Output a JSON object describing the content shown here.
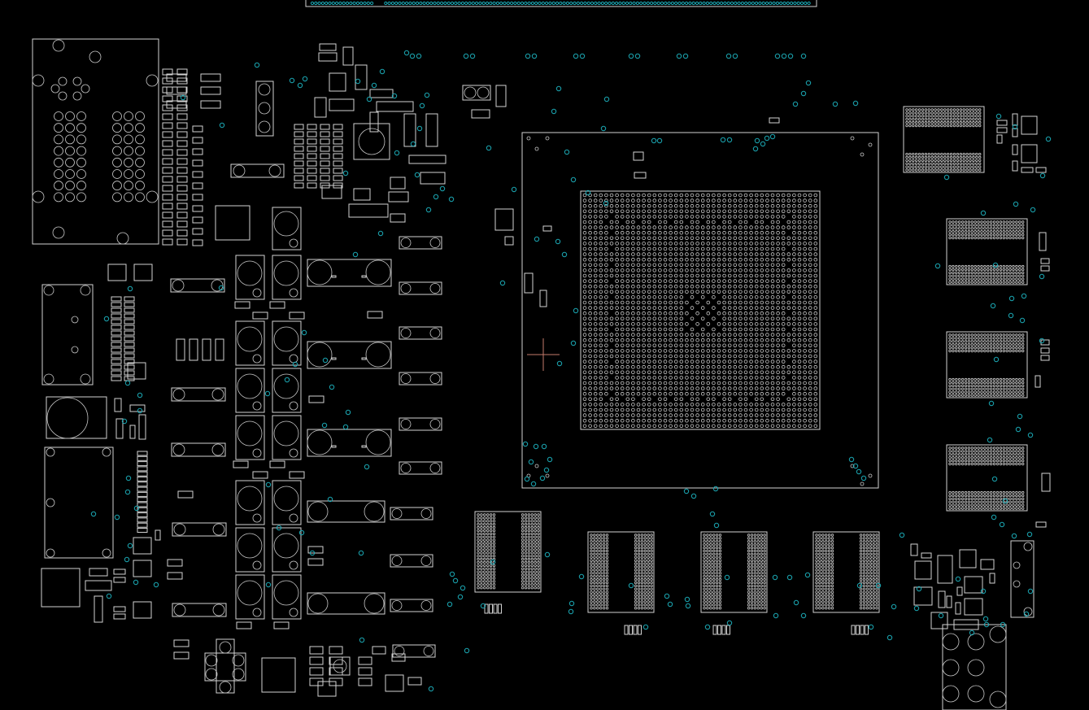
{
  "view": {
    "background_color": "#000000",
    "outline_color": "#d2d2d2",
    "via_color": "#1ba8b4",
    "cursor_color": "#c47b6b"
  },
  "components": [
    {
      "name": "ic-main-bga",
      "kind": "bga"
    },
    {
      "name": "ic-memory-left",
      "kind": "bga"
    },
    {
      "name": "ic-memory-1",
      "kind": "bga"
    },
    {
      "name": "ic-memory-2",
      "kind": "bga"
    },
    {
      "name": "ic-memory-3",
      "kind": "bga"
    },
    {
      "name": "ic-memory-right-1",
      "kind": "bga"
    },
    {
      "name": "ic-memory-right-2",
      "kind": "bga"
    },
    {
      "name": "ic-memory-right-3",
      "kind": "bga"
    },
    {
      "name": "ic-memory-right-4",
      "kind": "bga"
    },
    {
      "name": "connector-left",
      "kind": "connector"
    },
    {
      "name": "inductor-array",
      "kind": "power"
    },
    {
      "name": "edge-connector-top",
      "kind": "connector"
    }
  ]
}
